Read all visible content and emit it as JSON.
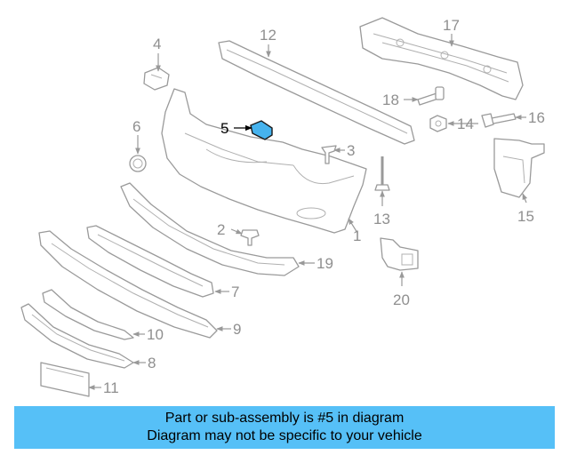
{
  "callouts": {
    "c1": "1",
    "c2": "2",
    "c3": "3",
    "c4": "4",
    "c5": "5",
    "c6": "6",
    "c7": "7",
    "c8": "8",
    "c9": "9",
    "c10": "10",
    "c11": "11",
    "c12": "12",
    "c13": "13",
    "c14": "14",
    "c15": "15",
    "c16": "16",
    "c17": "17",
    "c18": "18",
    "c19": "19",
    "c20": "20"
  },
  "highlight": {
    "part": "5",
    "color": "#46b3ee"
  },
  "footer": {
    "line1": "Part or sub-assembly is #5 in diagram",
    "line2": "Diagram may not be specific to your vehicle",
    "background": "#56c0f7"
  }
}
